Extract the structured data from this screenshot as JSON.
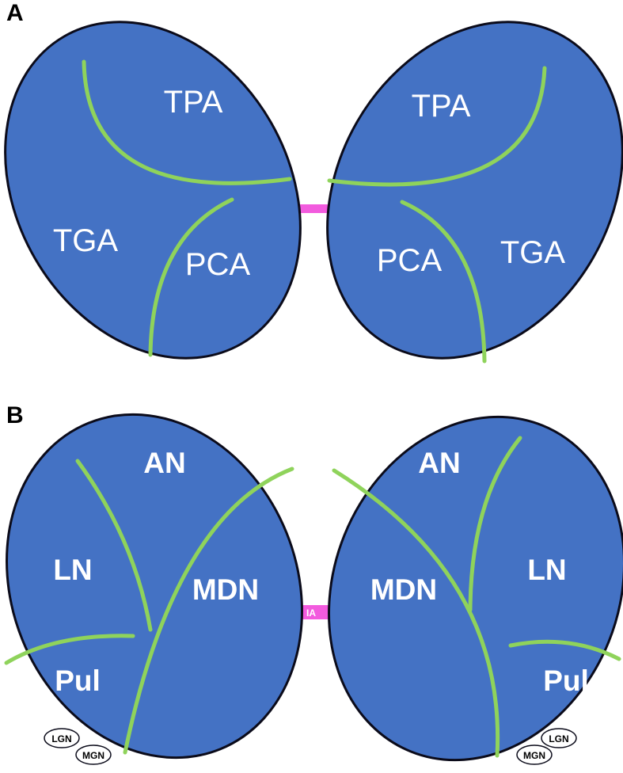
{
  "colors": {
    "lobe_fill": "#4472c4",
    "lobe_outline": "#0b0b1a",
    "border": "#8fd35b",
    "connector": "#f25bde",
    "nucleus_fill": "#ffffff"
  },
  "panel_a": {
    "label": "A",
    "left": {
      "tpa": "TPA",
      "tga": "TGA",
      "pca": "PCA"
    },
    "right": {
      "tpa": "TPA",
      "tga": "TGA",
      "pca": "PCA"
    }
  },
  "panel_b": {
    "label": "B",
    "connector_label": "IA",
    "left": {
      "an": "AN",
      "ln": "LN",
      "mdn": "MDN",
      "pul": "Pul",
      "lgn": "LGN",
      "mgn": "MGN"
    },
    "right": {
      "an": "AN",
      "ln": "LN",
      "mdn": "MDN",
      "pul": "Pul",
      "lgn": "LGN",
      "mgn": "MGN"
    }
  }
}
